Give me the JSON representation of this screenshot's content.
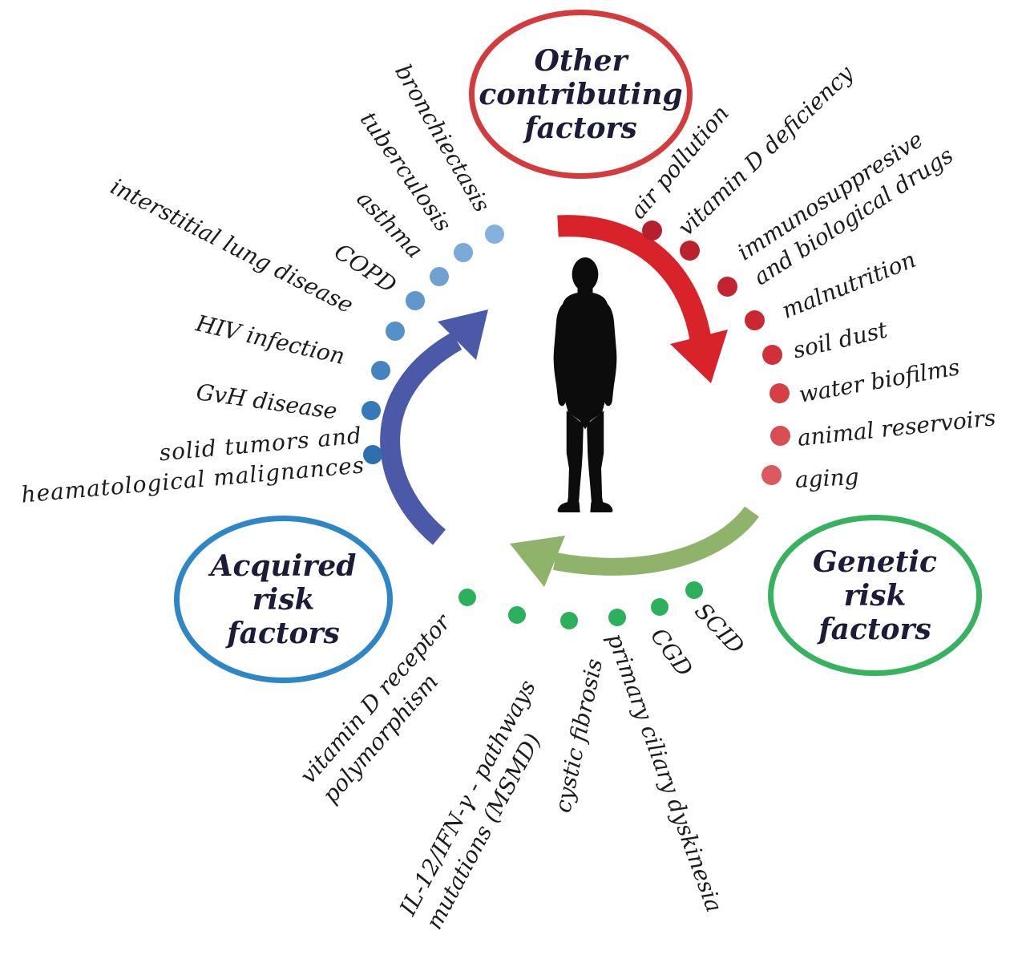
{
  "figure": {
    "badges": {
      "other": {
        "text": "Other\ncontributing\nfactors"
      },
      "acquired": {
        "text": "Acquired\nrisk\nfactors"
      },
      "genetic": {
        "text": "Genetic\nrisk\nfactors"
      }
    },
    "factors": {
      "other": [
        "air pollution",
        "vitamin D deficiency",
        "immunosuppresive\nand biological drugs",
        "malnutrition",
        "soil dust",
        "water biofilms",
        "animal reservoirs",
        "aging"
      ],
      "acquired": [
        "bronchiectasis",
        "tuberculosis",
        "asthma",
        "COPD",
        "interstitial lung disease",
        "HIV infection",
        "GvH disease",
        "solid tumors and\nheamatological malignances"
      ],
      "genetic": [
        "vitamin D receptor\npolymorphism",
        "IL-12/IFN-γ - pathways\nmutations (MSMD)",
        "cystic fibrosis",
        "primary ciliary dyskinesia",
        "CGD",
        "SCID"
      ]
    },
    "colors": {
      "other_ring": "#d43b3c",
      "acquired_ring": "#2e86c6",
      "genetic_ring": "#37b35f",
      "other_arrow": "#d8232a",
      "acquired_arrow": "#4a5aa8",
      "genetic_arrow": "#8fb36a",
      "title_text": "#1c1c38",
      "label_text": "#1c1c1c",
      "silhouette": "#0c0c0c",
      "dots": {
        "other": [
          "#b5202c",
          "#bb222e",
          "#c22530",
          "#c92832",
          "#d03138",
          "#d64045",
          "#d94e53",
          "#db5a60"
        ],
        "acquired": [
          "#85b2dc",
          "#7aaad8",
          "#6fa1d3",
          "#5f97ce",
          "#5590c9",
          "#4583c0",
          "#3778b8",
          "#2d6fb0"
        ],
        "genetic": [
          "#2cb05c",
          "#2cb05c",
          "#2cb05c",
          "#2cb05c",
          "#2cb05c",
          "#2cb05c"
        ]
      }
    }
  }
}
